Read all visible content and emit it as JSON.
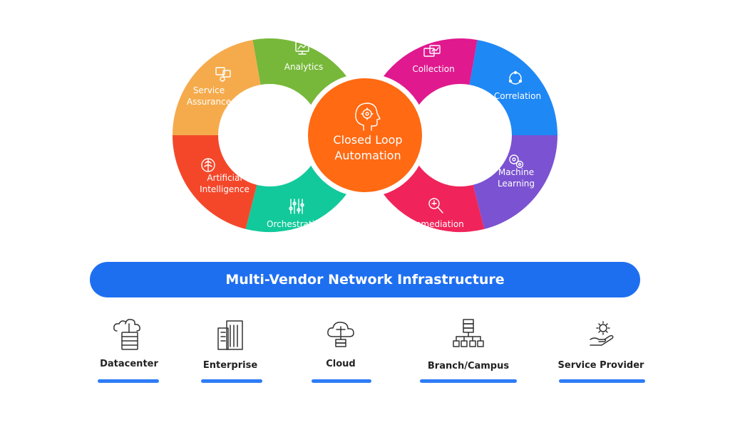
{
  "diagram": {
    "left_loop": {
      "segments": [
        {
          "label_lines": [
            "Analytics"
          ],
          "icon": "analytics-icon",
          "color": "#77B83A"
        },
        {
          "label_lines": [
            "Service",
            "Assurance"
          ],
          "icon": "service-assurance-icon",
          "color": "#F5AB4C"
        },
        {
          "label_lines": [
            "Artificial",
            "Intelligence"
          ],
          "icon": "ai-brain-icon",
          "color": "#F4472A"
        },
        {
          "label_lines": [
            "Orchestration"
          ],
          "icon": "sliders-icon",
          "color": "#12C99B"
        }
      ]
    },
    "right_loop": {
      "segments": [
        {
          "label_lines": [
            "Collection"
          ],
          "icon": "collection-icon",
          "color": "#E0198F"
        },
        {
          "label_lines": [
            "Correlation"
          ],
          "icon": "correlation-icon",
          "color": "#1E88F5"
        },
        {
          "label_lines": [
            "Machine",
            "Learning"
          ],
          "icon": "gears-icon",
          "color": "#7B52D1"
        },
        {
          "label_lines": [
            "Remediation"
          ],
          "icon": "wrench-icon",
          "color": "#F0245A"
        }
      ]
    },
    "center": {
      "label_lines": [
        "Closed Loop",
        "Automation"
      ],
      "icon": "head-gear-icon",
      "color": "#FF6A13"
    }
  },
  "banner": {
    "label": "Multi-Vendor Network Infrastructure",
    "color": "#1E6FF0"
  },
  "infrastructure": [
    {
      "label": "Datacenter",
      "icon": "datacenter-icon"
    },
    {
      "label": "Enterprise",
      "icon": "enterprise-building-icon"
    },
    {
      "label": "Cloud",
      "icon": "cloud-icon"
    },
    {
      "label": "Branch/Campus",
      "icon": "branch-campus-icon"
    },
    {
      "label": "Service Provider",
      "icon": "service-provider-icon"
    }
  ],
  "accent_bar_color": "#2E7CF6"
}
